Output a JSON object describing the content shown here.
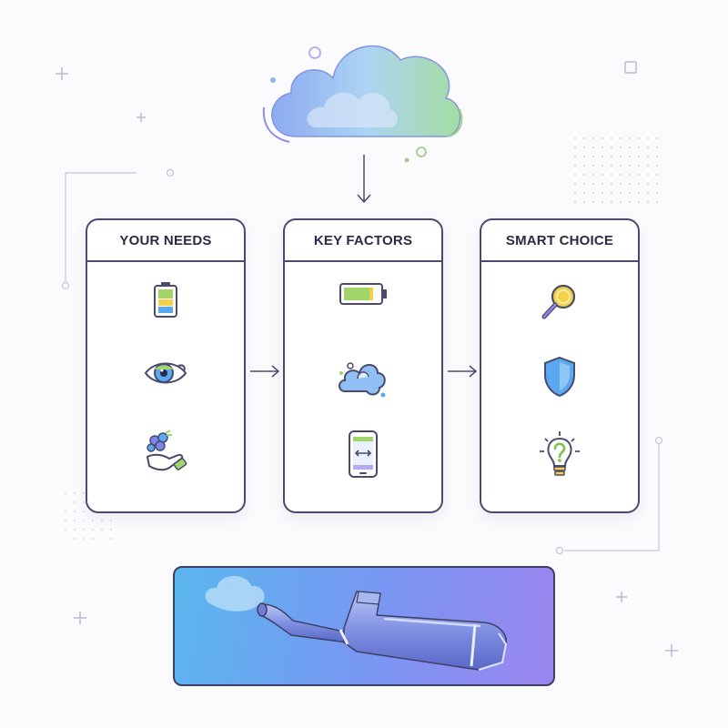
{
  "panels": [
    {
      "title": "YOUR NEEDS",
      "icons": [
        "battery-full-icon",
        "eye-icon",
        "hand-berries-icon"
      ]
    },
    {
      "title": "KEY FACTORS",
      "icons": [
        "battery-horizontal-icon",
        "vapor-cloud-icon",
        "phone-swap-icon"
      ]
    },
    {
      "title": "SMART CHOICE",
      "icons": [
        "magnifier-icon",
        "shield-icon",
        "lightbulb-question-icon"
      ]
    }
  ],
  "colors": {
    "outline": "#4a4a6e",
    "blue": "#5aa8f0",
    "green": "#a4d56a",
    "yellow": "#f3d24a",
    "purple": "#9b86ef"
  }
}
